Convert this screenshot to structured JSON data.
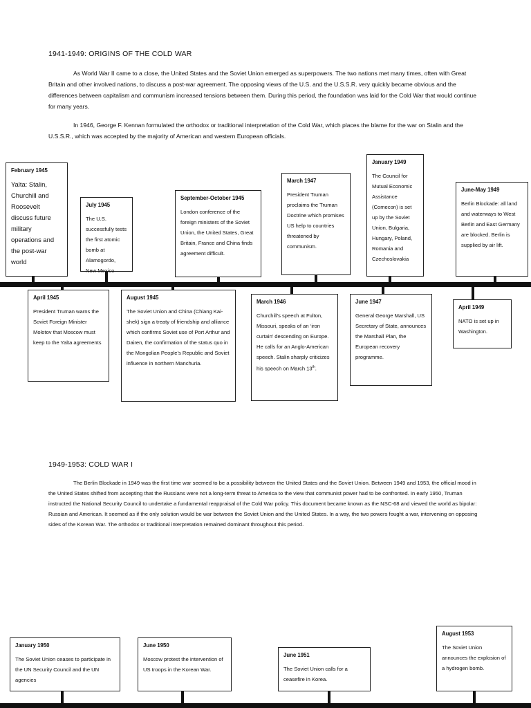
{
  "section1": {
    "heading": "1941-1949: ORIGINS OF THE COLD WAR",
    "paragraphs": [
      "As World War II came to a close, the United States and the Soviet Union emerged as superpowers. The two nations met many times, often with Great Britain and other involved nations, to discuss a post-war agreement. The opposing views of the U.S. and the U.S.S.R. very quickly became obvious and the differences between capitalism and communism increased tensions between them. During this period, the foundation was laid for the Cold War that would continue for many years.",
      "In 1946, George F. Kennan formulated the orthodox or traditional interpretation of the Cold War, which places the blame for the war on Stalin and the U.S.S.R., which was accepted by the majority of American and western European officials."
    ]
  },
  "timeline1": {
    "above": [
      {
        "date": "February 1945",
        "text": "Yalta: Stalin, Churchill and Roosevelt discuss future military operations and the post-war world"
      },
      {
        "date": "July 1945",
        "text": "The U.S. successfully tests the first atomic bomb at Alamogordo, New Mexico"
      },
      {
        "date": "September-October 1945",
        "text": "London conference of the foreign ministers of the Soviet Union, the United States, Great Britain, France and China finds agreement difficult."
      },
      {
        "date": "March 1947",
        "text": "President Truman proclaims the Truman Doctrine which promises US help to countries threatened by communism."
      },
      {
        "date": "January 1949",
        "text": "The Council for Mutual Economic Assistance (Comecon) is set up by the Soviet Union, Bulgaria, Hungary, Poland, Romania and Czechoslovakia"
      },
      {
        "date": "June-May 1949",
        "text": "Berlin Blockade: all land and waterways to West Berlin and East Germany are blocked. Berlin is supplied by air lift."
      }
    ],
    "below": [
      {
        "date": "April 1945",
        "text": "President Truman warns the Soviet Foreign Minister Molotov that Moscow must keep to the Yalta agreements"
      },
      {
        "date": "August 1945",
        "text": "The Soviet Union and China (Chiang Kai-shek) sign a treaty of friendship and alliance which confirms Soviet use of Port Arthur and Dairen, the confirmation of the status quo in the Mongolian People’s Republic and Soviet influence in northern Manchuria."
      },
      {
        "date": "March 1946",
        "text": "Churchill’s speech at Fulton, Missouri, speaks of an ‘iron curtain’ descending on Europe. He calls for an Anglo-American speech. Stalin sharply criticizes his speech on March 13",
        "sup": "th",
        "tail": "."
      },
      {
        "date": "June 1947",
        "text": "General George Marshall, US Secretary of State, announces the Marshall Plan, the European recovery programme."
      },
      {
        "date": "April 1949",
        "text": "NATO is set up in Washington."
      }
    ]
  },
  "section2": {
    "heading": "1949-1953: COLD WAR I",
    "paragraph": "The Berlin Blockade in 1949 was the first time war seemed to be a possibility between the United States and the Soviet Union. Between 1949 and 1953, the official mood in the United States shifted from accepting that the Russians were not a long-term threat to America to the view that communist power had to be confronted. In early 1950, Truman instructed the National Security Council to undertake a fundamental reappraisal of the Cold War policy. This document became known as the NSC-68 and viewed the world as bipolar: Russian and American. It seemed as if the only solution would be war between the Soviet Union and the United States. In a way, the two powers fought a war, intervening on opposing sides of the Korean War. The orthodox or traditional interpretation remained dominant throughout this period."
  },
  "timeline2": {
    "above": [
      {
        "date": "January 1950",
        "text": "The Soviet Union ceases to participate in the UN Security Council and the UN agencies"
      },
      {
        "date": "June 1950",
        "text": "Moscow protest the intervention of US troops in the Korean War."
      },
      {
        "date": "June 1951",
        "text": "The Soviet Union calls for a ceasefire in Korea."
      },
      {
        "date": "August 1953",
        "text": "The Soviet Union announces the explosion of a hydrogen bomb."
      }
    ]
  }
}
